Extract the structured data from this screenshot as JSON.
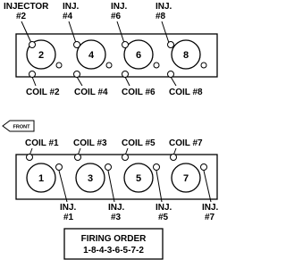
{
  "top_bank": {
    "injector_label_lines": [
      "INJECTOR",
      "#2"
    ],
    "injector_labels": [
      [
        "INJ.",
        "#4"
      ],
      [
        "INJ.",
        "#6"
      ],
      [
        "INJ.",
        "#8"
      ]
    ],
    "cylinders": [
      "2",
      "4",
      "6",
      "8"
    ],
    "coils": [
      "COIL #2",
      "COIL #4",
      "COIL #6",
      "COIL #8"
    ]
  },
  "front_label": "FRONT",
  "bottom_bank": {
    "coils": [
      "COIL #1",
      "COIL #3",
      "COIL #5",
      "COIL #7"
    ],
    "cylinders": [
      "1",
      "3",
      "5",
      "7"
    ],
    "injector_labels": [
      [
        "INJ.",
        "#1"
      ],
      [
        "INJ.",
        "#3"
      ],
      [
        "INJ.",
        "#5"
      ],
      [
        "INJ.",
        "#7"
      ]
    ]
  },
  "firing_order": {
    "title": "FIRING ORDER",
    "sequence": "1-8-4-3-6-5-7-2"
  }
}
